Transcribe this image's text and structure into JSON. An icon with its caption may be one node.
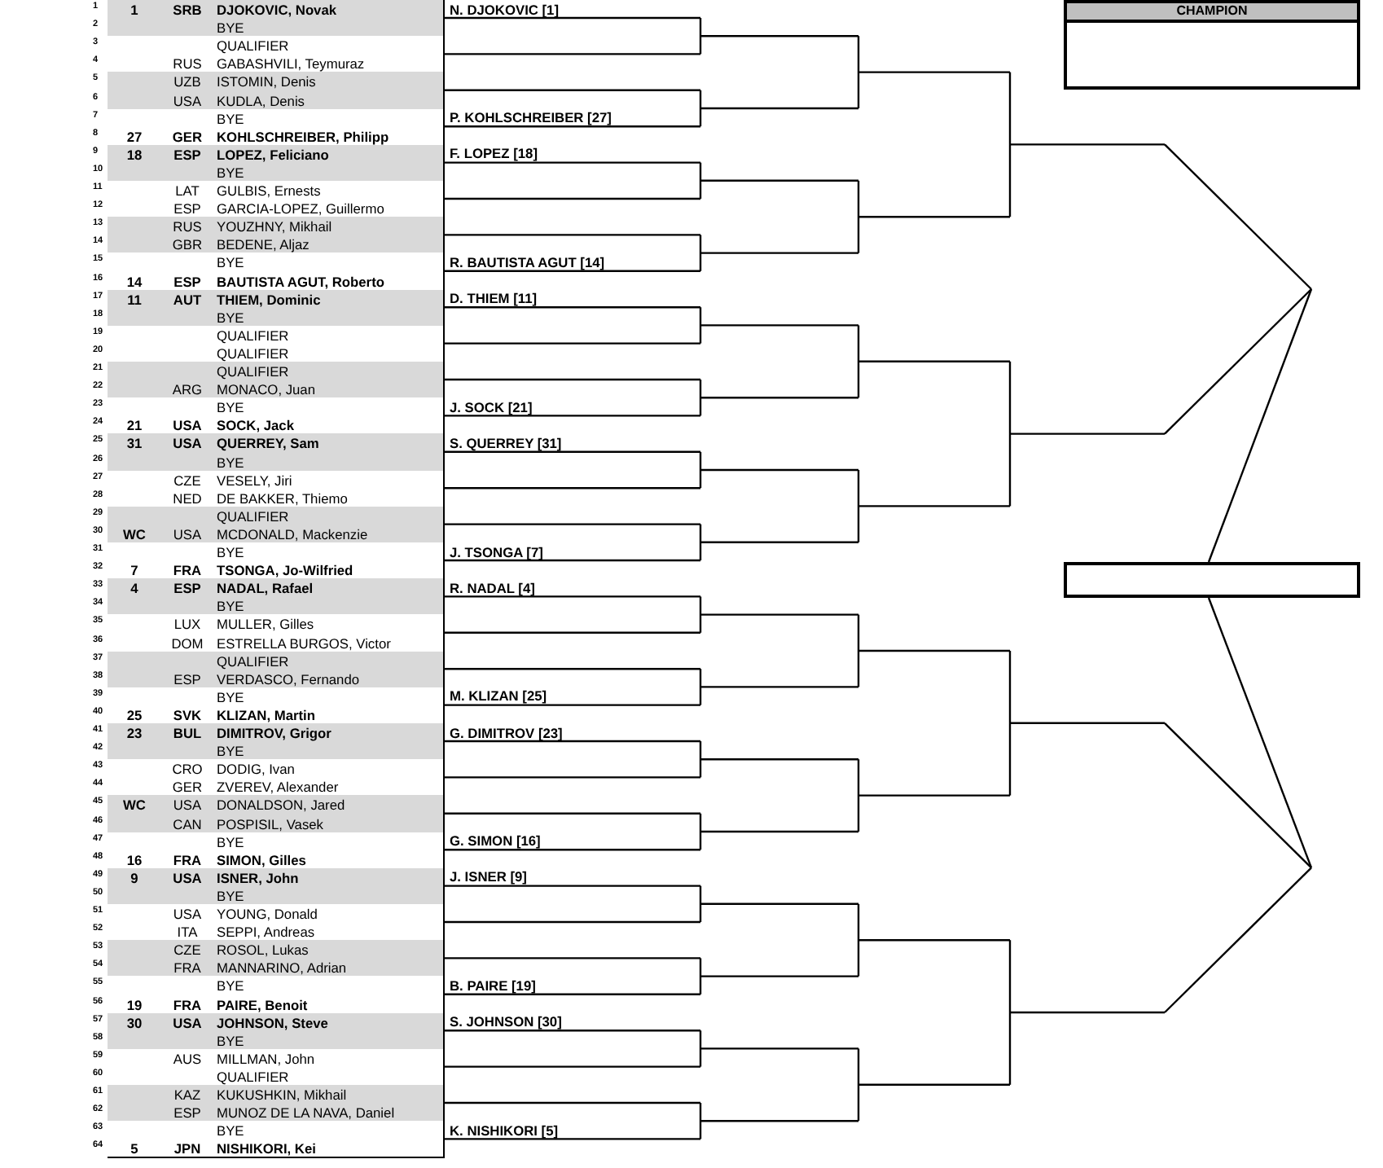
{
  "diagram": {
    "nodes": [
      {
        "text": [
          "CHAMPION"
        ]
      },
      {
        "text": [],
        "shape": "box"
      }
    ],
    "labels": [
      "1",
      "1",
      "SRB",
      "DJOKOVIC, Novak",
      "2",
      "BYE",
      "3",
      "QUALIFIER",
      "4",
      "RUS",
      "GABASHVILI, Teymuraz",
      "5",
      "UZB",
      "ISTOMIN, Denis",
      "6",
      "USA",
      "KUDLA, Denis",
      "7",
      "BYE",
      "8",
      "27",
      "GER",
      "KOHLSCHREIBER, Philipp",
      "9",
      "18",
      "ESP",
      "LOPEZ, Feliciano",
      "10",
      "BYE",
      "11",
      "LAT",
      "GULBIS, Ernests",
      "12",
      "ESP",
      "GARCIA-LOPEZ, Guillermo",
      "13",
      "RUS",
      "YOUZHNY, Mikhail",
      "14",
      "GBR",
      "BEDENE, Aljaz",
      "15",
      "BYE",
      "16",
      "14",
      "ESP",
      "BAUTISTA AGUT, Roberto",
      "17",
      "11",
      "AUT",
      "THIEM, Dominic",
      "18",
      "BYE",
      "19",
      "QUALIFIER",
      "20",
      "QUALIFIER",
      "21",
      "QUALIFIER",
      "22",
      "ARG",
      "MONACO, Juan",
      "23",
      "BYE",
      "24",
      "21",
      "USA",
      "SOCK, Jack",
      "25",
      "31",
      "USA",
      "QUERREY, Sam",
      "26",
      "BYE",
      "27",
      "CZE",
      "VESELY, Jiri",
      "28",
      "NED",
      "DE BAKKER, Thiemo",
      "29",
      "QUALIFIER",
      "30",
      "WC",
      "USA",
      "MCDONALD, Mackenzie",
      "31",
      "BYE",
      "32",
      "7",
      "FRA",
      "TSONGA, Jo-Wilfried",
      "33",
      "4",
      "ESP",
      "NADAL, Rafael",
      "34",
      "BYE",
      "35",
      "LUX",
      "MULLER, Gilles",
      "36",
      "DOM",
      "ESTRELLA BURGOS, Victor",
      "37",
      "QUALIFIER",
      "38",
      "ESP",
      "VERDASCO, Fernando",
      "39",
      "BYE",
      "40",
      "25",
      "SVK",
      "KLIZAN, Martin",
      "41",
      "23",
      "BUL",
      "DIMITROV, Grigor",
      "42",
      "BYE",
      "43",
      "CRO",
      "DODIG, Ivan",
      "44",
      "GER",
      "ZVEREV, Alexander",
      "45",
      "WC",
      "USA",
      "DONALDSON, Jared",
      "46",
      "CAN",
      "POSPISIL, Vasek",
      "47",
      "BYE",
      "48",
      "16",
      "FRA",
      "SIMON, Gilles",
      "49",
      "9",
      "USA",
      "ISNER, John",
      "50",
      "BYE",
      "51",
      "USA",
      "YOUNG, Donald",
      "52",
      "ITA",
      "SEPPI, Andreas",
      "53",
      "CZE",
      "ROSOL, Lukas",
      "54",
      "FRA",
      "MANNARINO, Adrian",
      "55",
      "BYE",
      "56",
      "19",
      "FRA",
      "PAIRE, Benoit",
      "57",
      "30",
      "USA",
      "JOHNSON, Steve",
      "58",
      "BYE",
      "59",
      "AUS",
      "MILLMAN, John",
      "60",
      "QUALIFIER",
      "61",
      "KAZ",
      "KUKUSHKIN, Mikhail",
      "62",
      "ESP",
      "MUNOZ DE LA NAVA, Daniel",
      "63",
      "BYE",
      "64",
      "5",
      "JPN",
      "NISHIKORI, Kei",
      "N. DJOKOVIC [1]",
      "P. KOHLSCHREIBER [27]",
      "F. LOPEZ [18]",
      "R. BAUTISTA AGUT [14]",
      "D. THIEM [11]",
      "J. SOCK [21]",
      "S. QUERREY [31]",
      "J. TSONGA [7]",
      "R. NADAL [4]",
      "M. KLIZAN [25]",
      "G. DIMITROV [23]",
      "G. SIMON [16]",
      "J. ISNER [9]",
      "B. PAIRE [19]",
      "S. JOHNSON [30]",
      "K. NISHIKORI [5]"
    ]
  }
}
